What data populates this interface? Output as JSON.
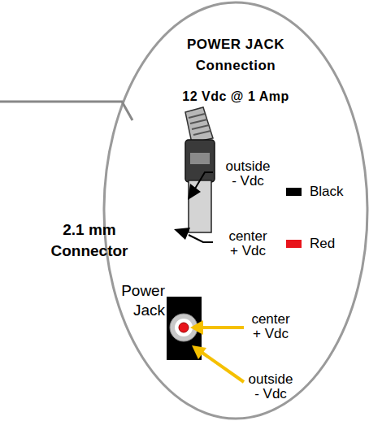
{
  "diagram": {
    "title": "POWER JACK Connection",
    "labels": [
      "12 Vdc @ 1 Amp",
      "outside - Vdc",
      "center + Vdc",
      "2.1 mm Connector",
      "Power Jack",
      "center + Vdc",
      "outside - Vdc"
    ],
    "legend": [
      {
        "text": "Black",
        "color": "#000000"
      },
      {
        "text": "Red",
        "color": "#e8141b"
      }
    ]
  }
}
